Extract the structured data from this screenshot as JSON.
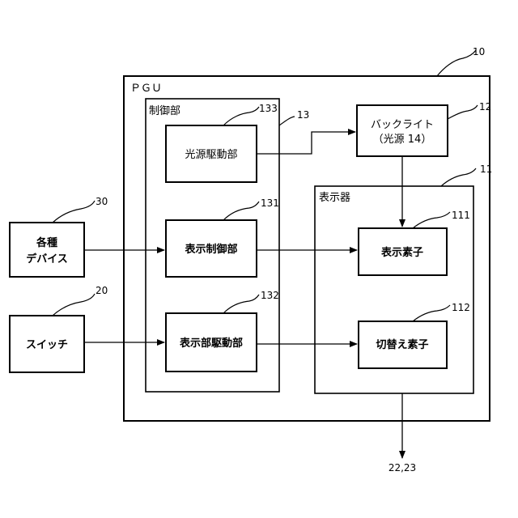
{
  "pgu": {
    "title": "ＰＧＵ",
    "ref": "10"
  },
  "control_unit": {
    "title": "制御部",
    "ref": "13"
  },
  "light_source_driver": {
    "label": "光源駆動部",
    "ref": "133"
  },
  "display_controller": {
    "label": "表示制御部",
    "ref": "131"
  },
  "display_driver": {
    "label": "表示部駆動部",
    "ref": "132"
  },
  "backlight": {
    "label_line1": "バックライト",
    "label_line2": "（光源 14）",
    "ref": "12"
  },
  "display_unit": {
    "title": "表示器",
    "ref": "11"
  },
  "display_element": {
    "label": "表示素子",
    "ref": "111"
  },
  "switching_element": {
    "label": "切替え素子",
    "ref": "112"
  },
  "devices": {
    "label_line1": "各種",
    "label_line2": "デバイス",
    "ref": "30"
  },
  "switch": {
    "label": "スイッチ",
    "ref": "20"
  },
  "output": {
    "label": "22,23"
  }
}
